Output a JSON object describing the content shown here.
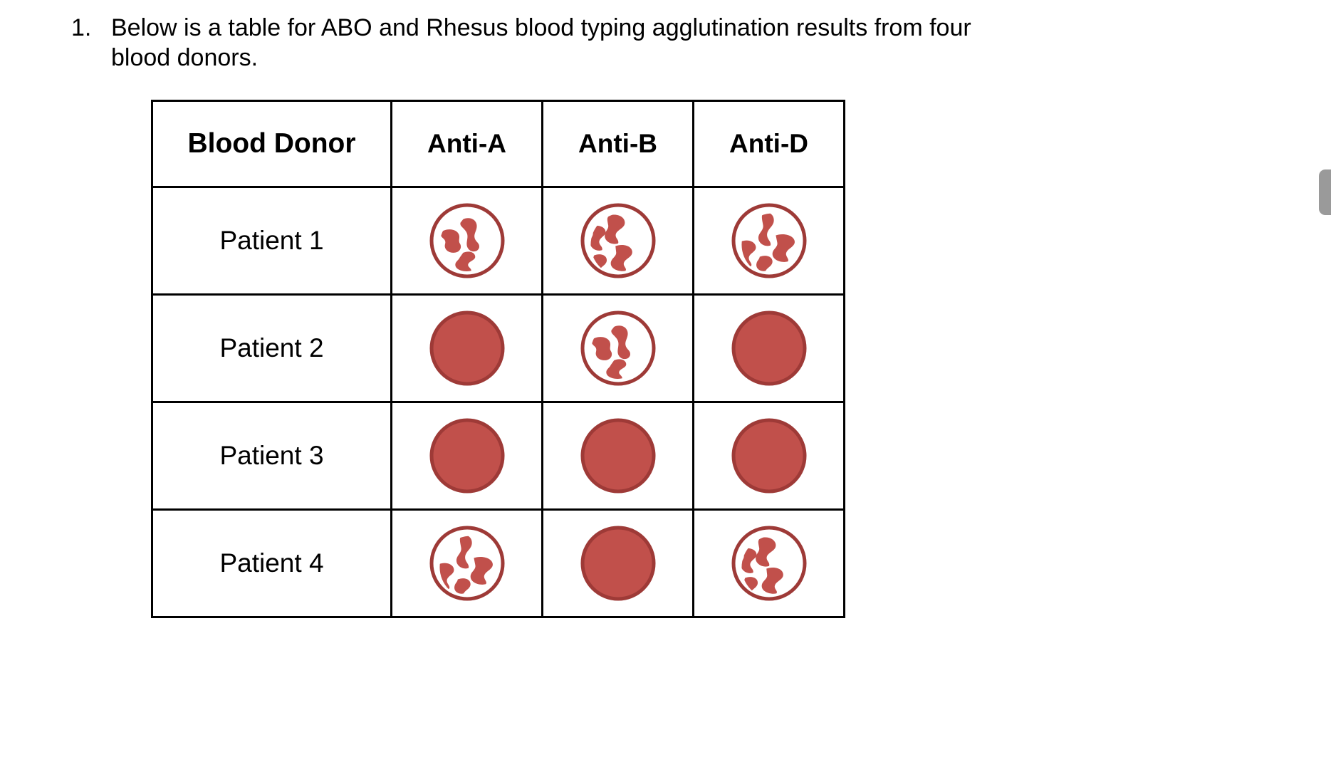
{
  "question": {
    "number": "1.",
    "text": "Below is a table for ABO and Rhesus blood typing agglutination results from four blood donors."
  },
  "table": {
    "headers": [
      {
        "label": "Blood Donor",
        "name": "blood-donor"
      },
      {
        "label": "Anti-A",
        "name": "anti-a"
      },
      {
        "label": "Anti-B",
        "name": "anti-b"
      },
      {
        "label": "Anti-D",
        "name": "anti-d"
      }
    ],
    "rows": [
      {
        "donor": "Patient 1",
        "results": [
          {
            "antiserum": "Anti-A",
            "state": "agglutinated",
            "pattern": "clump-a",
            "icon": "agglutinated-blood-spot-icon"
          },
          {
            "antiserum": "Anti-B",
            "state": "agglutinated",
            "pattern": "clump-b",
            "icon": "agglutinated-blood-spot-icon"
          },
          {
            "antiserum": "Anti-D",
            "state": "agglutinated",
            "pattern": "clump-c",
            "icon": "agglutinated-blood-spot-icon"
          }
        ]
      },
      {
        "donor": "Patient 2",
        "results": [
          {
            "antiserum": "Anti-A",
            "state": "smooth",
            "pattern": "solid",
            "icon": "smooth-blood-spot-icon"
          },
          {
            "antiserum": "Anti-B",
            "state": "agglutinated",
            "pattern": "clump-a",
            "icon": "agglutinated-blood-spot-icon"
          },
          {
            "antiserum": "Anti-D",
            "state": "smooth",
            "pattern": "solid",
            "icon": "smooth-blood-spot-icon"
          }
        ]
      },
      {
        "donor": "Patient 3",
        "results": [
          {
            "antiserum": "Anti-A",
            "state": "smooth",
            "pattern": "solid",
            "icon": "smooth-blood-spot-icon"
          },
          {
            "antiserum": "Anti-B",
            "state": "smooth",
            "pattern": "solid",
            "icon": "smooth-blood-spot-icon"
          },
          {
            "antiserum": "Anti-D",
            "state": "smooth",
            "pattern": "solid",
            "icon": "smooth-blood-spot-icon"
          }
        ]
      },
      {
        "donor": "Patient 4",
        "results": [
          {
            "antiserum": "Anti-A",
            "state": "agglutinated",
            "pattern": "clump-c",
            "icon": "agglutinated-blood-spot-icon"
          },
          {
            "antiserum": "Anti-B",
            "state": "smooth",
            "pattern": "solid",
            "icon": "smooth-blood-spot-icon"
          },
          {
            "antiserum": "Anti-D",
            "state": "agglutinated",
            "pattern": "clump-b",
            "icon": "agglutinated-blood-spot-icon"
          }
        ]
      }
    ]
  },
  "colors": {
    "blood_fill": "#C1504B",
    "blood_stroke": "#9E3A37",
    "table_border": "#000000",
    "text": "#000000",
    "page_background": "#FFFFFF",
    "scrollbar_thumb": "#9A9A9A"
  },
  "scrollbar": {
    "name": "vertical-scrollbar-thumb"
  }
}
